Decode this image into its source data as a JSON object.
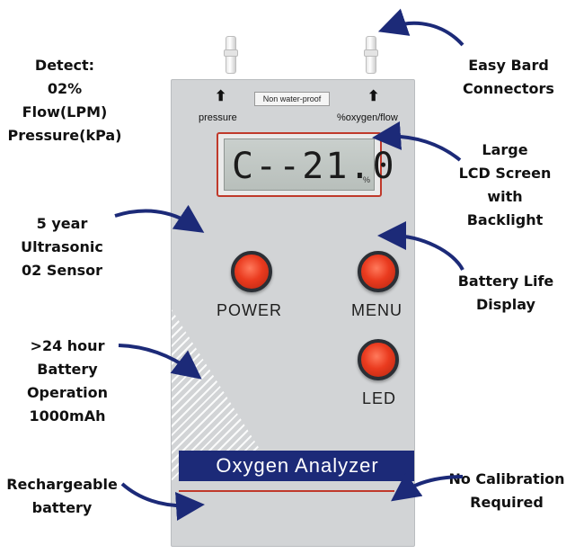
{
  "callouts": {
    "detect": [
      "Detect:",
      "02%",
      "Flow(LPM)",
      "Pressure(kPa)"
    ],
    "sensor": [
      "5 year",
      "Ultrasonic",
      "02 Sensor"
    ],
    "battery_operation": [
      ">24 hour",
      "Battery",
      "Operation",
      "1000mAh"
    ],
    "rechargeable": [
      "Rechargeable",
      "battery"
    ],
    "connectors": [
      "Easy Bard",
      "Connectors"
    ],
    "lcd": [
      "Large",
      "LCD Screen",
      "with",
      "Backlight"
    ],
    "battery_life": [
      "Battery Life",
      "Display"
    ],
    "calibration": [
      "No Calibration",
      "Required"
    ]
  },
  "device": {
    "waterproof_label": "Non water-proof",
    "pressure_label": "pressure",
    "oxygen_flow_label": "%oxygen/flow",
    "lcd_reading": "C--21.0",
    "lcd_unit": "%",
    "power_label": "POWER",
    "menu_label": "MENU",
    "led_label": "LED",
    "brand": "Oxygen Analyzer"
  },
  "colors": {
    "arrow": "#1c2a78",
    "button": "#ea3b1f",
    "band": "#1c2a78"
  }
}
